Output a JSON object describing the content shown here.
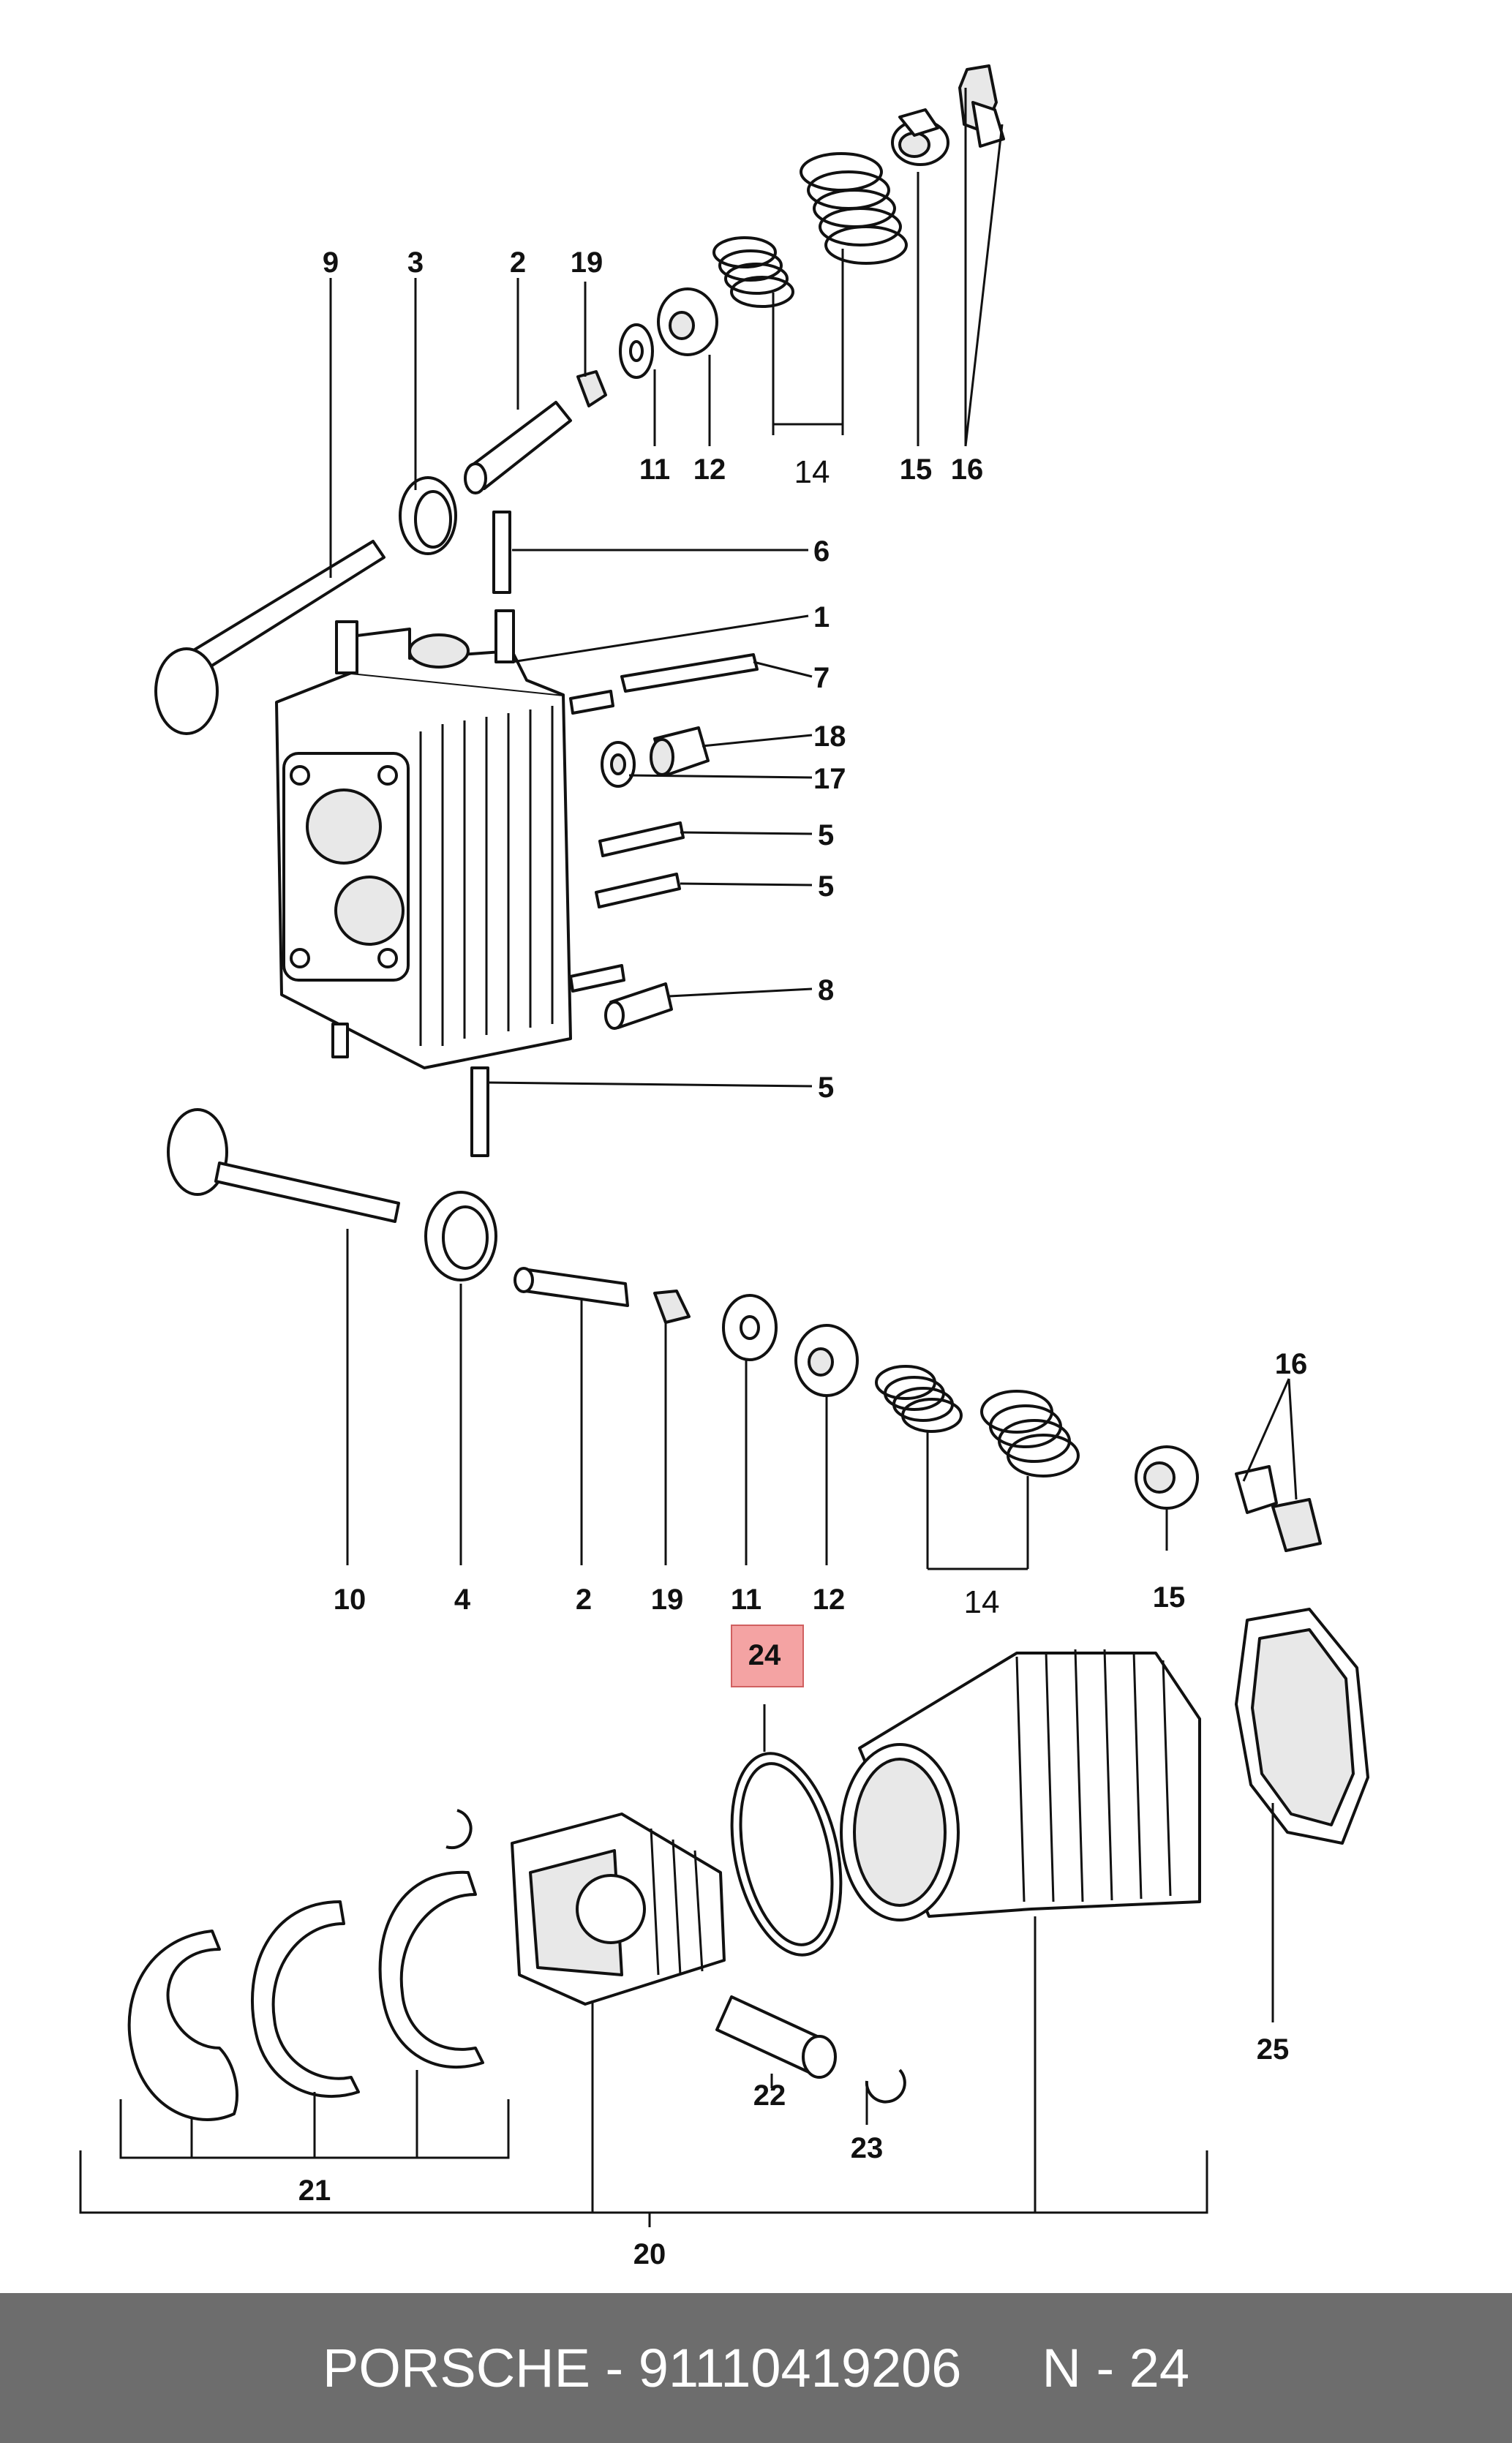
{
  "callouts_top": [
    "9",
    "3",
    "2",
    "19",
    "11",
    "12",
    "14",
    "15",
    "16"
  ],
  "callouts_right": [
    "6",
    "1",
    "7",
    "18",
    "17",
    "5",
    "5",
    "8",
    "5"
  ],
  "callouts_middle": [
    "10",
    "4",
    "2",
    "19",
    "11",
    "12",
    "14",
    "15",
    "16"
  ],
  "callouts_bottom": [
    "24",
    "25",
    "22",
    "23",
    "21",
    "20"
  ],
  "highlight_color": "#f4a3a3",
  "footer": {
    "brand_part": "PORSCHE - 91110419206",
    "page_ref": "N - 24"
  }
}
